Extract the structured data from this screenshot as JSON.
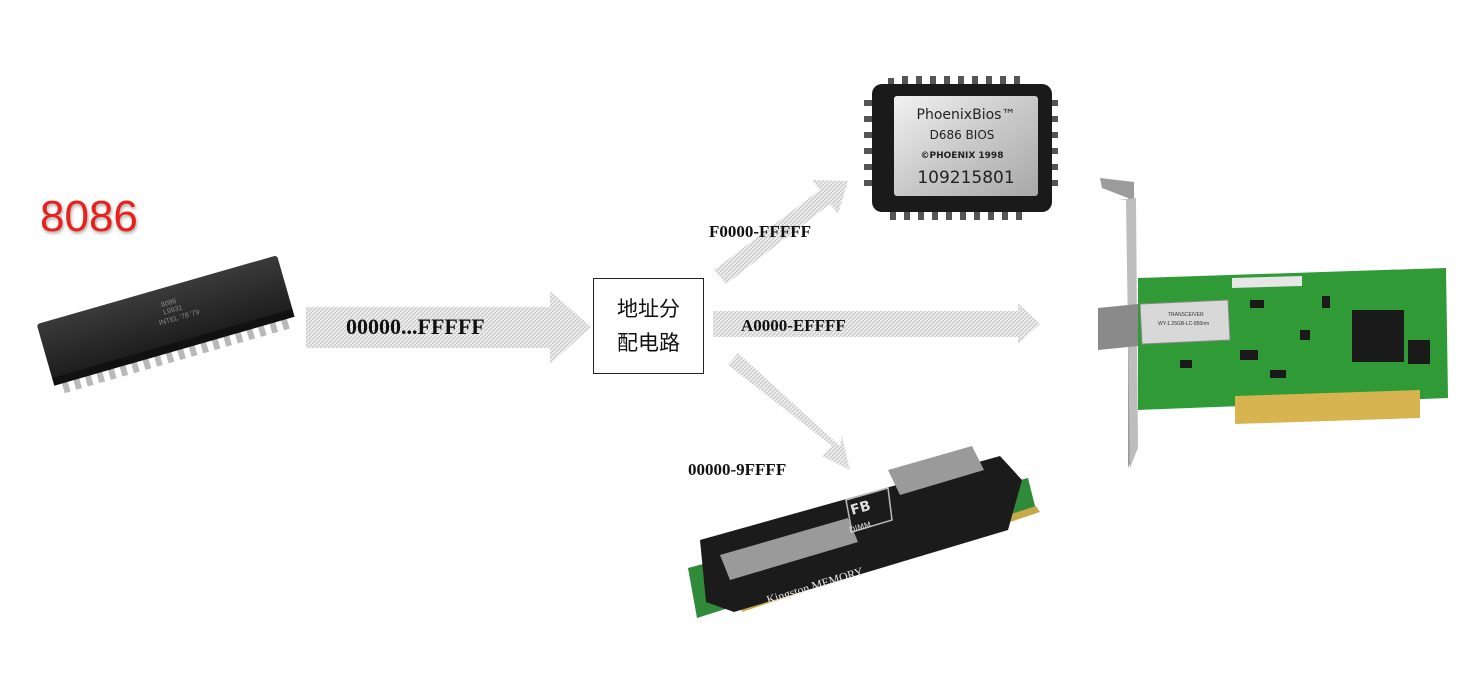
{
  "cpu": {
    "label": "8086",
    "chip_text": [
      "8086",
      "L9931",
      "INTEL '78 '79"
    ]
  },
  "decoder": {
    "line1": "地址分",
    "line2": "配电路"
  },
  "main_bus": {
    "label": "00000...FFFFF"
  },
  "routes": {
    "bios": {
      "label": "F0000-FFFFF"
    },
    "nic": {
      "label": "A0000-EFFFF"
    },
    "ram": {
      "label": "00000-9FFFF"
    }
  },
  "bios_chip": {
    "line1": "PhoenixBios™",
    "line2": "D686 BIOS",
    "line3": "©PHOENIX 1998",
    "line4": "109215801"
  },
  "ram_module": {
    "brand": "Kingston MEMORY",
    "badge": "FB",
    "badge2": "DIMM"
  },
  "nic_card": {
    "label": "TRANSCEIVER",
    "sublabel": "WY-1.25GB-LC-850nm"
  },
  "colors": {
    "title": "#e8211b",
    "arrow_fill": "#e2e2e2",
    "pcb": "#2f9a36"
  }
}
